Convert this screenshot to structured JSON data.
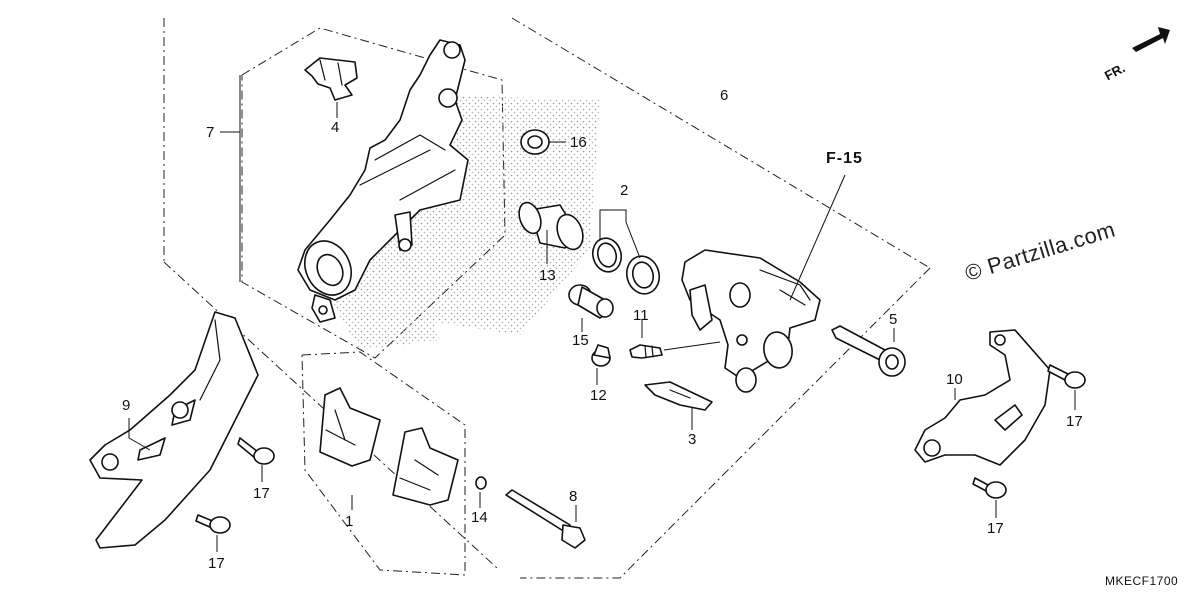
{
  "diagram": {
    "callouts": [
      {
        "id": "c1",
        "text": "1"
      },
      {
        "id": "c2",
        "text": "2"
      },
      {
        "id": "c3",
        "text": "3"
      },
      {
        "id": "c4",
        "text": "4"
      },
      {
        "id": "c5",
        "text": "5"
      },
      {
        "id": "c6",
        "text": "6"
      },
      {
        "id": "c7",
        "text": "7"
      },
      {
        "id": "c8",
        "text": "8"
      },
      {
        "id": "c9",
        "text": "9"
      },
      {
        "id": "c10",
        "text": "10"
      },
      {
        "id": "c11",
        "text": "11"
      },
      {
        "id": "c12",
        "text": "12"
      },
      {
        "id": "c13",
        "text": "13"
      },
      {
        "id": "c14",
        "text": "14"
      },
      {
        "id": "c15",
        "text": "15"
      },
      {
        "id": "c16",
        "text": "16"
      },
      {
        "id": "c17a",
        "text": "17"
      },
      {
        "id": "c17b",
        "text": "17"
      },
      {
        "id": "c17c",
        "text": "17"
      },
      {
        "id": "c17d",
        "text": "17"
      }
    ],
    "reference_label": "F-15",
    "direction_label": "FR.",
    "watermark": "© Partzilla.com",
    "diagram_code": "MKECF1700"
  }
}
